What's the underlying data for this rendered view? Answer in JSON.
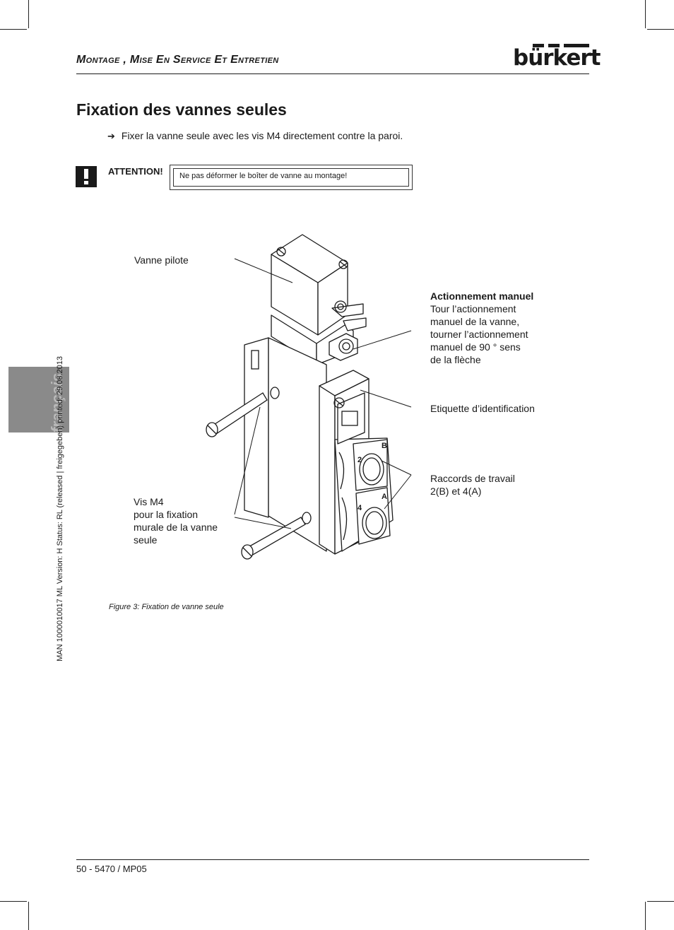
{
  "header": {
    "chapter_title": "Montage , Mise En Service Et Entretien",
    "logo": "bürkert"
  },
  "page_title": "Fixation des vannes seules",
  "instruction": {
    "arrow": "➔",
    "text": "Fixer la vanne seule avec les vis M4 directement contre la paroi."
  },
  "warning": {
    "label": "ATTENTION!",
    "text": "Ne pas déformer le boîter de vanne au montage!"
  },
  "figure": {
    "labels": {
      "pilot_valve": "Vanne pilote",
      "manual_title": "Actionnement manuel",
      "manual_lines": [
        "Tour l’actionnement",
        "manuel de la vanne,",
        "tourner l’actionnement",
        "manuel de 90 ° sens",
        "de la flèche"
      ],
      "id_label": "Etiquette d’identification",
      "ports_lines": [
        "Raccords de travail",
        "2(B) et 4(A)"
      ],
      "screw_lines": [
        "Vis M4",
        "pour la fixation",
        "murale de la vanne",
        "seule"
      ]
    },
    "caption": "Figure 3: Fixation de vanne seule"
  },
  "side": {
    "language_tab": "français",
    "meta": "MAN  1000010017  ML  Version: H  Status: RL (released | freigegeben)  printed: 29.08.2013"
  },
  "footer": {
    "page": "50  -  5470 / MP05"
  }
}
